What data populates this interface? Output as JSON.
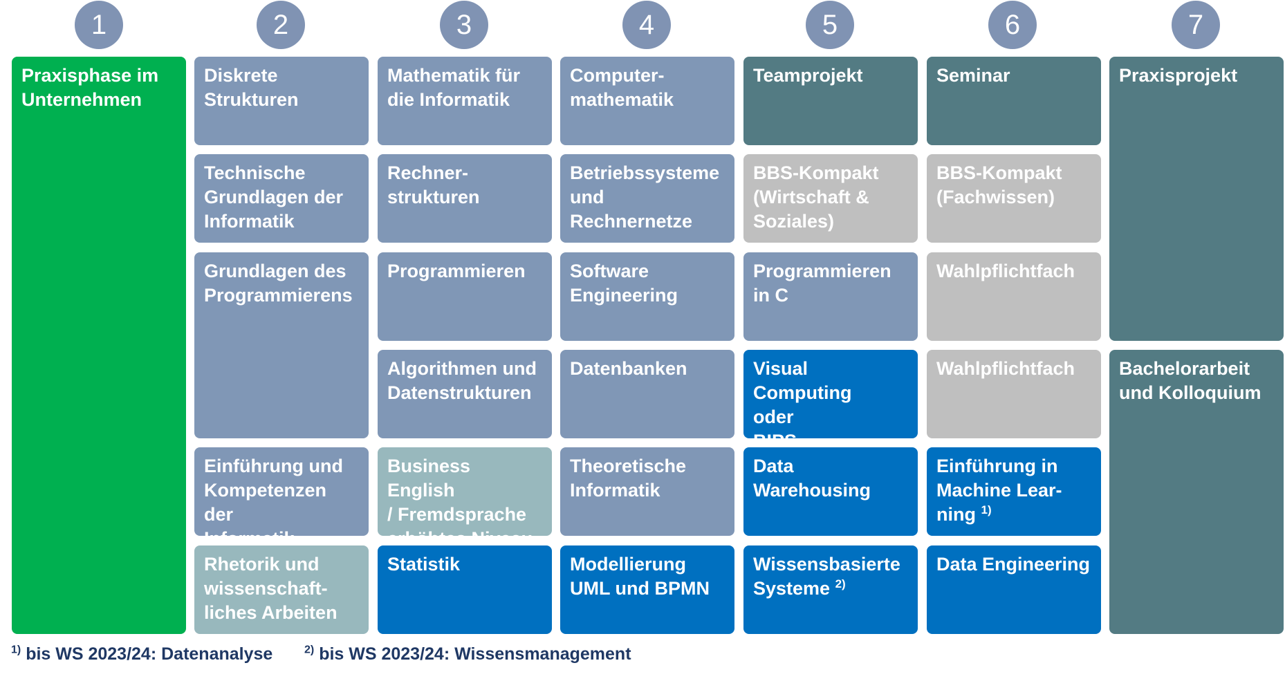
{
  "semesters": [
    "1",
    "2",
    "3",
    "4",
    "5",
    "6",
    "7"
  ],
  "colors": {
    "circle": "#8093b3",
    "pflicht": "#8097b6",
    "projekt": "#537b83",
    "extern": "#bfbfbf",
    "schwerpunkt": "#0070c0",
    "sprache": "#98b8bd",
    "praxis": "#00b050",
    "footnote": "#1f3864"
  },
  "modules": {
    "s1": {
      "praxisphase": "Praxisphase im\nUnternehmen"
    },
    "s2": {
      "diskrete": "Diskrete\nStrukturen",
      "tgi": "Technische\nGrundlagen der\nInformatik",
      "gdp": "Grundlagen des\nProgrammierens",
      "einfuehrung": "Einführung und\nKompetenzen der\nInformatik",
      "rhetorik": "Rhetorik und\nwissenschaft-\nliches Arbeiten"
    },
    "s3": {
      "mathe": "Mathematik für\ndie Informatik",
      "rechner": "Rechner-\nstrukturen",
      "programmieren": "Programmieren",
      "algo": "Algorithmen und\nDatenstrukturen",
      "english": "Business English\n/ Fremdsprache\nerhöhtes Niveau",
      "statistik": "Statistik"
    },
    "s4": {
      "computermathe": "Computer-\nmathematik",
      "betriebssysteme": "Betriebssysteme\nund Rechnernetze",
      "software": "Software\nEngineering",
      "datenbanken": "Datenbanken",
      "theoretisch": "Theoretische\nInformatik",
      "modellierung": "Modellierung\nUML und BPMN"
    },
    "s5": {
      "teamprojekt": "Teamprojekt",
      "bbs_wirtschaft": "BBS-Kompakt\n(Wirtschaft &\nSoziales)",
      "prog_c": "Programmieren\nin C",
      "visual": "Visual Computing\noder\nBIPS",
      "warehousing": "Data Warehousing",
      "wissensbasiert": "Wissensbasierte\nSysteme",
      "wissensbasiert_note": "2)"
    },
    "s6": {
      "seminar": "Seminar",
      "bbs_fach": "BBS-Kompakt\n(Fachwissen)",
      "wahl1": "Wahlpflichtfach",
      "wahl2": "Wahlpflichtfach",
      "ml": "Einführung in\nMachine Lear-\nning",
      "ml_note": "1)",
      "data_eng": "Data Engineering"
    },
    "s7": {
      "praxisprojekt": "Praxisprojekt",
      "bachelor": "Bachelorarbeit\nund Kolloquium"
    }
  },
  "footnotes": [
    {
      "mark": "1)",
      "text": "bis WS 2023/24: Datenanalyse"
    },
    {
      "mark": "2)",
      "text": "bis WS 2023/24: Wissensmanagement"
    }
  ]
}
